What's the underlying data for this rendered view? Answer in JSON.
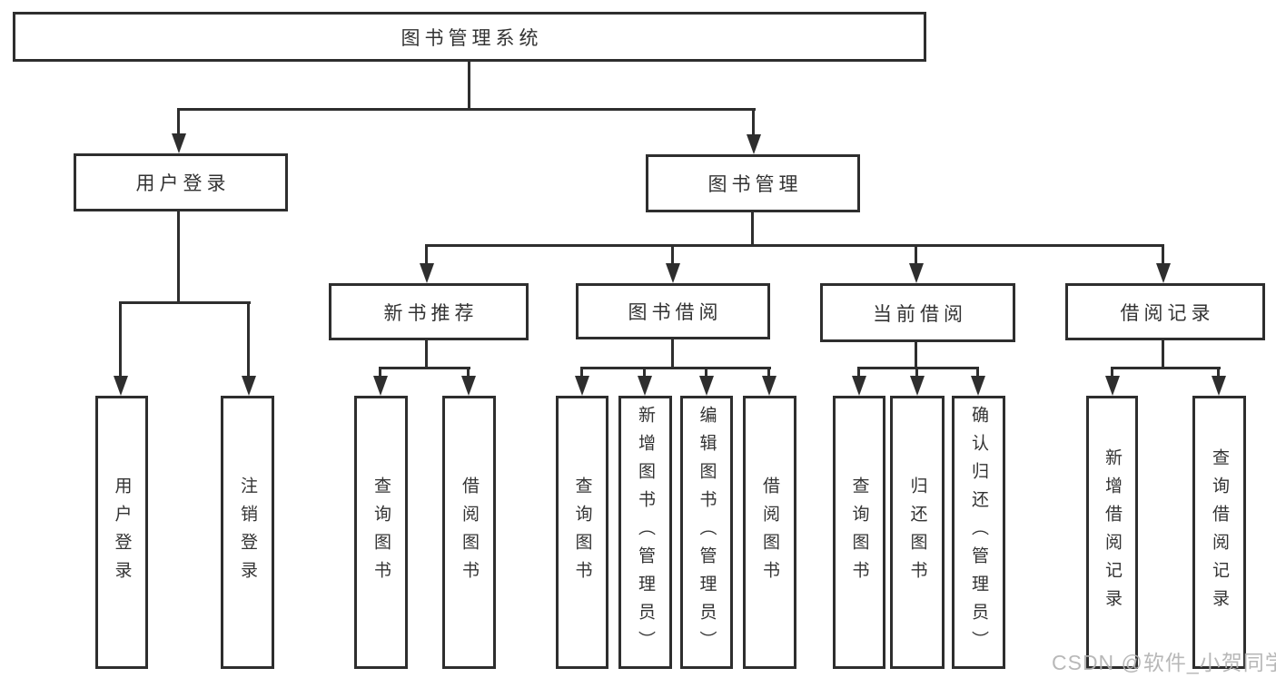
{
  "diagram": {
    "root": {
      "label": "图书管理系统"
    },
    "branches": [
      {
        "label": "用户登录",
        "children": [
          {
            "label": "用户登录"
          },
          {
            "label": "注销登录"
          }
        ]
      },
      {
        "label": "图书管理",
        "children": [
          {
            "label": "新书推荐",
            "children": [
              {
                "label": "查询图书"
              },
              {
                "label": "借阅图书"
              }
            ]
          },
          {
            "label": "图书借阅",
            "children": [
              {
                "label": "查询图书"
              },
              {
                "label": "新增图书（管理员）"
              },
              {
                "label": "编辑图书（管理员）"
              },
              {
                "label": "借阅图书"
              }
            ]
          },
          {
            "label": "当前借阅",
            "children": [
              {
                "label": "查询图书"
              },
              {
                "label": "归还图书"
              },
              {
                "label": "确认归还（管理员）"
              }
            ]
          },
          {
            "label": "借阅记录",
            "children": [
              {
                "label": "新增借阅记录"
              },
              {
                "label": "查询借阅记录"
              }
            ]
          }
        ]
      }
    ]
  },
  "watermark": "CSDN @软件_小贺同学",
  "colors": {
    "line": "#2e2e2e",
    "text": "#333333",
    "background": "#ffffff",
    "watermark": "#b2b2b2"
  }
}
